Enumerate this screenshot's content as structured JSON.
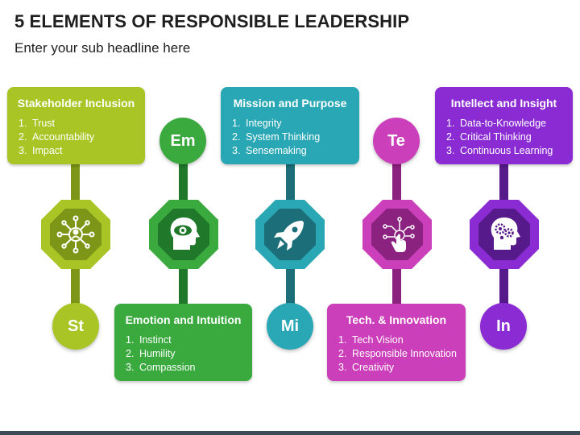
{
  "title": "5 ELEMENTS OF RESPONSIBLE LEADERSHIP",
  "subtitle": "Enter your sub headline here",
  "elements": [
    {
      "abbr": "St",
      "heading": "Stakeholder Inclusion",
      "items": [
        "Trust",
        "Accountability",
        "Impact"
      ],
      "color": "#a9c525",
      "dark_color": "#7d9617",
      "icon": "network-person-icon"
    },
    {
      "abbr": "Em",
      "heading": "Emotion and Intuition",
      "items": [
        "Instinct",
        "Humility",
        "Compassion"
      ],
      "color": "#3aaa3f",
      "dark_color": "#20792a",
      "icon": "head-eye-icon"
    },
    {
      "abbr": "Mi",
      "heading": "Mission and Purpose",
      "items": [
        "Integrity",
        "System Thinking",
        "Sensemaking"
      ],
      "color": "#2aa7b5",
      "dark_color": "#1c6f79",
      "icon": "rocket-icon"
    },
    {
      "abbr": "Te",
      "heading": "Tech. & Innovation",
      "items": [
        "Tech Vision",
        "Responsible Innovation",
        "Creativity"
      ],
      "color": "#cc3fba",
      "dark_color": "#8c2280",
      "icon": "touch-circuit-icon"
    },
    {
      "abbr": "In",
      "heading": "Intellect and Insight",
      "items": [
        "Data-to-Knowledge",
        "Critical Thinking",
        "Continuous Learning"
      ],
      "color": "#8a2bd3",
      "dark_color": "#571a8a",
      "icon": "head-gears-icon"
    }
  ],
  "list_numbers": [
    "1.",
    "2.",
    "3."
  ]
}
